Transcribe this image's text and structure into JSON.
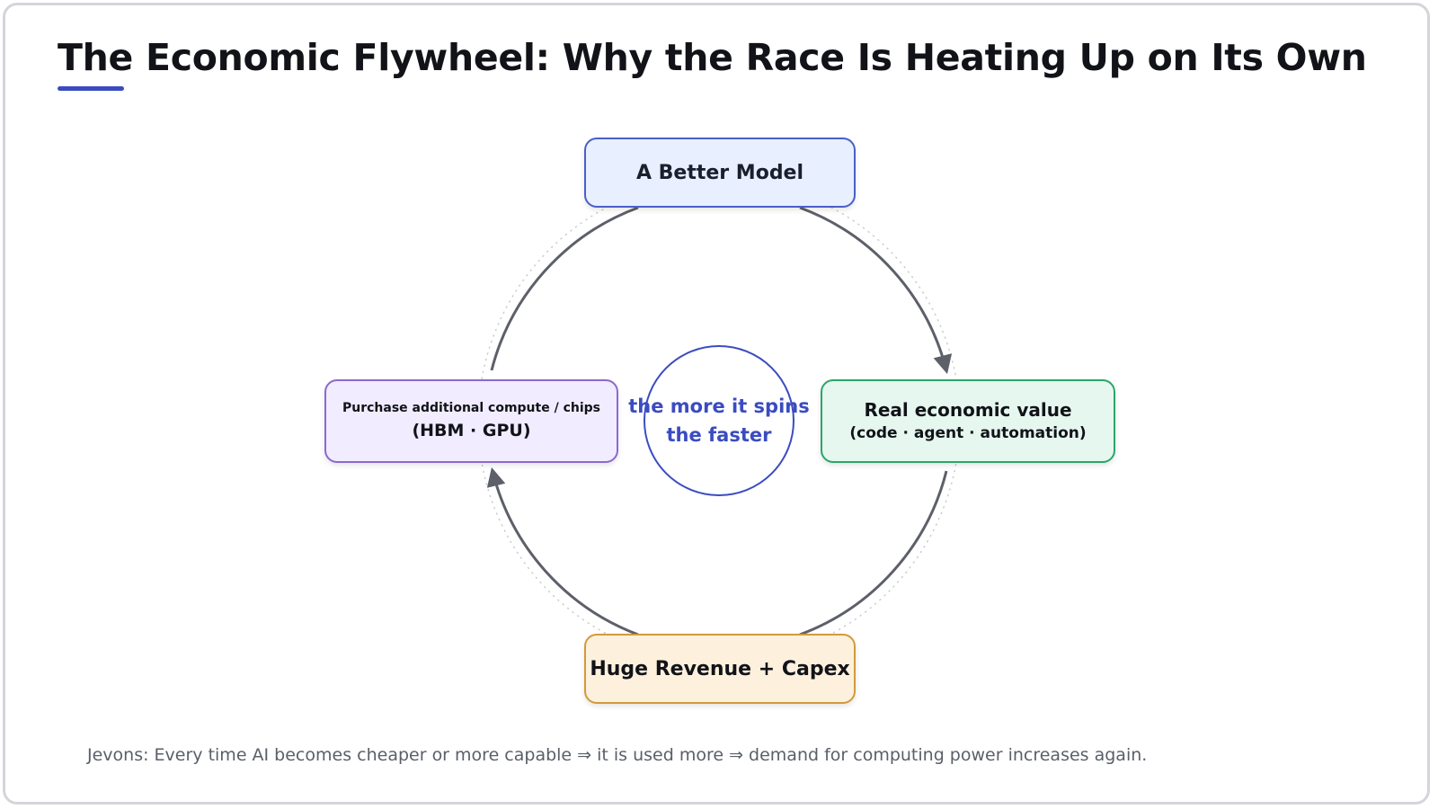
{
  "title": "The Economic Flywheel: Why the Race Is Heating Up on Its Own",
  "colors": {
    "accent": "#3b4cc0",
    "arrow": "#5d6069",
    "top_node_fill": "#e8efff",
    "top_node_border": "#4a5fc9",
    "right_node_fill": "#e6f7ef",
    "right_node_border": "#2aa66b",
    "bottom_node_fill": "#fdf1de",
    "bottom_node_border": "#d49a3a",
    "left_node_fill": "#f1ecff",
    "left_node_border": "#8a6ad0"
  },
  "flywheel": {
    "top": {
      "label": "A Better Model"
    },
    "right": {
      "line1": "Real economic value",
      "line2": "(code · agent · automation)"
    },
    "bottom": {
      "label": "Huge Revenue + Capex"
    },
    "left": {
      "line1": "Purchase additional compute / chips",
      "line2": "(HBM · GPU)"
    },
    "hub": {
      "line1": "the more it spins",
      "line2": "the faster"
    }
  },
  "footnote": "Jevons: Every time AI becomes cheaper or more capable ⇒ it is used more ⇒ demand for computing power increases again."
}
